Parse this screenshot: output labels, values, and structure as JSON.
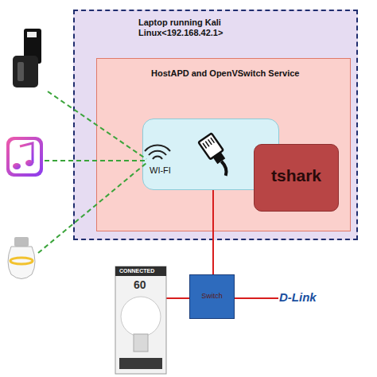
{
  "diagram": {
    "nodes": [
      {
        "text": [
          "Laptop running Kali Linux<192.168.42.1>"
        ]
      },
      {
        "text": [
          "HostAPD and OpenVSwitch Service"
        ],
        "in": 0
      },
      {
        "text": [
          "WI-FI"
        ],
        "in": 1
      },
      {
        "text": [
          "tshark"
        ],
        "in": 1
      },
      {
        "text": [
          "Switch"
        ]
      }
    ],
    "edges": [
      {
        "from": 2,
        "to": 4,
        "arrow": "none"
      }
    ],
    "labels": [
      "D-Link",
      "CONNECTED",
      "60"
    ]
  }
}
